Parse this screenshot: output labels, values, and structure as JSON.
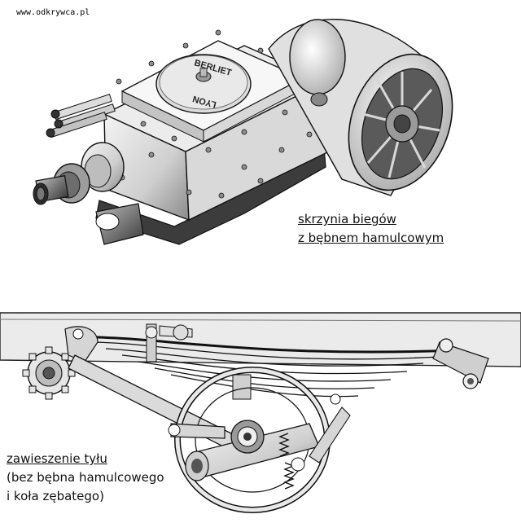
{
  "watermark": "www.odkrywca.pl",
  "gearbox": {
    "brand_top": "BERLIET",
    "brand_bottom": "LYON",
    "caption_line1": "skrzynia biegów",
    "caption_line2": "z bębnem hamulcowym"
  },
  "suspension": {
    "caption_line1": "zawieszenie tyłu",
    "caption_line2": "(bez bębna hamulcowego",
    "caption_line3": "i koła zębatego)"
  }
}
